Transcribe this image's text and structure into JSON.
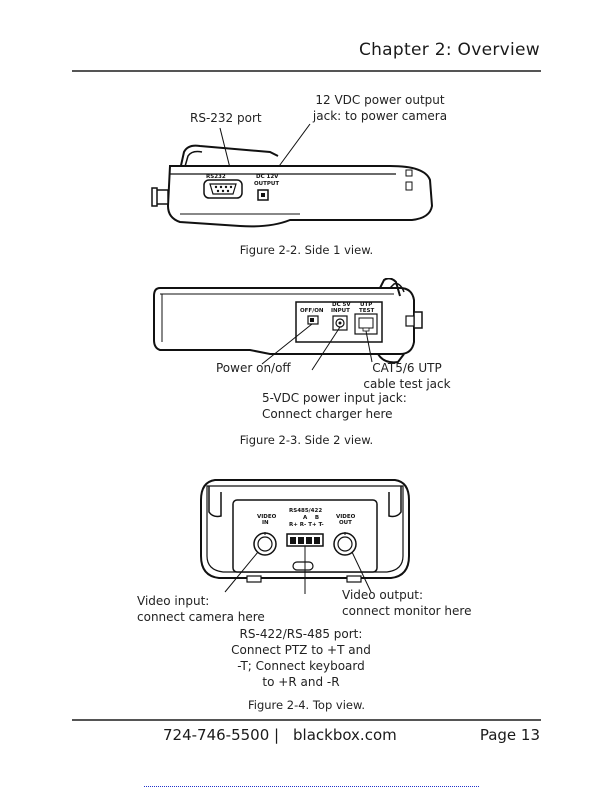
{
  "header": {
    "chapter": "Chapter 2: Overview"
  },
  "figure1": {
    "label_rs232": "RS-232 port",
    "label_power_line1": "12 VDC power output",
    "label_power_line2": "jack: to power camera",
    "device_rs232": "RS232",
    "device_dc12v_line1": "DC 12V",
    "device_dc12v_line2": "OUTPUT",
    "caption": "Figure 2-2. Side 1 view."
  },
  "figure2": {
    "device_offon": "OFF/ON",
    "device_dc5v_line1": "DC 5V",
    "device_dc5v_line2": "INPUT",
    "device_utp_line1": "UTP",
    "device_utp_line2": "TEST",
    "label_power_onoff": "Power on/off",
    "label_cat_line1": "CAT5/6 UTP",
    "label_cat_line2": "cable test jack",
    "label_5vdc_line1": "5-VDC power input jack:",
    "label_5vdc_line2": "Connect charger here",
    "caption": "Figure 2-3. Side 2 view."
  },
  "figure3": {
    "device_video_in_line1": "VIDEO",
    "device_video_in_line2": "IN",
    "device_rs_title": "RS485/422",
    "device_rs_ab": "A    B",
    "device_rs_pins": "R+ R- T+ T-",
    "device_video_out_line1": "VIDEO",
    "device_video_out_line2": "OUT",
    "label_video_in_line1": "Video input:",
    "label_video_in_line2": "connect camera here",
    "label_video_out_line1": "Video output:",
    "label_video_out_line2": "connect monitor here",
    "label_rs_line1": "RS-422/RS-485 port:",
    "label_rs_line2": "Connect PTZ to +T and",
    "label_rs_line3": "-T; Connect keyboard",
    "label_rs_line4": "to +R and -R",
    "caption": "Figure 2-4. Top view."
  },
  "footer": {
    "phone": "724-746-5500",
    "separator": "|",
    "website": "blackbox.com",
    "page": "Page 13"
  }
}
